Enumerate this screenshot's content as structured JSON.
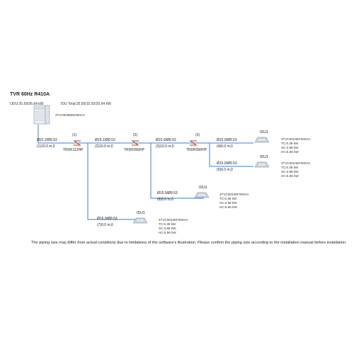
{
  "diagram": {
    "title": "TVR 60Hz R410A",
    "odu_summary": "ODU:25.59/26.64  kW",
    "idu_summary": "IDU Total:25.56/15.92/26.64 kW",
    "odu_model": "4TVH0096EE000AA",
    "branches": [
      {
        "number": "(1)",
        "kit": "TRDK112HP"
      },
      {
        "number": "(2)",
        "kit": "TRDK056HP"
      },
      {
        "number": "(3)",
        "kit": "TRDK056HP"
      }
    ],
    "pipes": [
      {
        "size": "Ø22.2/Ø9.53",
        "length": "(1)10.0 m,0"
      },
      {
        "size": "Ø19.1/Ø9.53",
        "length": "(2)10.0 m,0"
      },
      {
        "size": "Ø15.9/Ø9.53",
        "length": "(3)10.0 m,0"
      },
      {
        "size": "Ø15.9/Ø9.53",
        "length": "(4)6.0 m,0"
      },
      {
        "size": "Ø15.9/Ø9.53",
        "length": "(5)6.0 m,0"
      },
      {
        "size": "Ø15.9/Ø9.53",
        "length": "(6)6.0 m,0"
      },
      {
        "size": "Ø15.9/Ø9.53",
        "length": "(7)0.0 m,0"
      }
    ],
    "idus": [
      {
        "name": "IDU1",
        "model": "4TVC0024EF000AA",
        "tc": "TC:6.39 kW",
        "sc": "SC:3.98 kW",
        "hc": "HC:6.66 kW"
      },
      {
        "name": "IDU1",
        "model": "4TVC0024EF000AA",
        "tc": "TC:6.39 kW",
        "sc": "SC:3.98 kW",
        "hc": "HC:6.66 kW"
      },
      {
        "name": "IDU1",
        "model": "4TVC0024EF000AA",
        "tc": "TC:6.39 kW",
        "sc": "SC:3.98 kW",
        "hc": "HC:6.66 kW"
      },
      {
        "name": "IDU1",
        "model": "4TVC0024EF000AA",
        "tc": "TC:6.39 kW",
        "sc": "SC:3.98 kW",
        "hc": "HC:6.66 kW"
      }
    ],
    "note": "The piping size may differ from actual conditions due to limitations of the software's illustration. Please confirm the piping size according to the installation manual before installation.",
    "colors": {
      "pipe": "#3c7fc4",
      "branch": "#c0392b",
      "text": "#222222"
    }
  }
}
